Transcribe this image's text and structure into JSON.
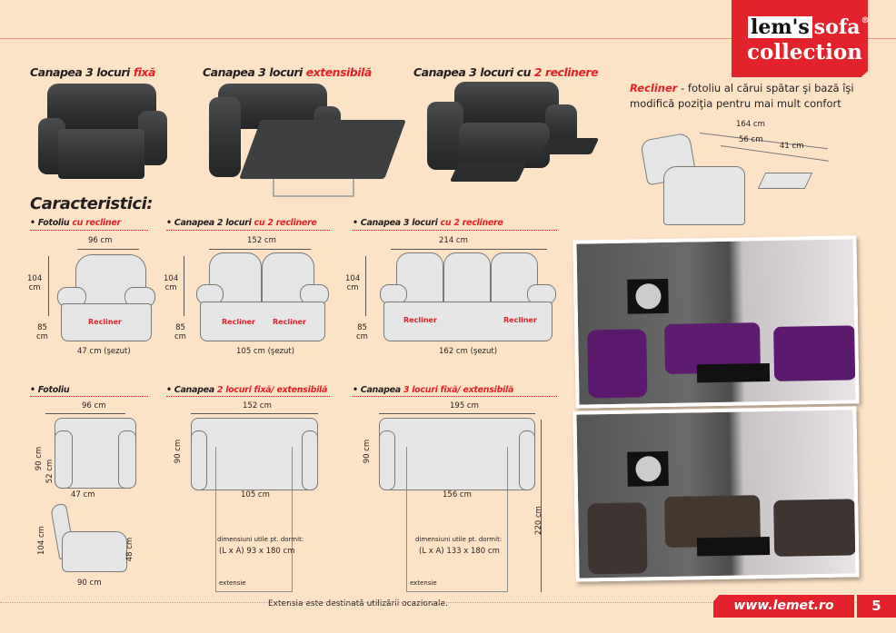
{
  "brand": {
    "logo_part1": "lem's",
    "logo_part2": "sofa",
    "logo_reg": "®",
    "logo_line2": "collection",
    "accent_color": "#e3232b",
    "background_color": "#fde3c6"
  },
  "products": [
    {
      "title_prefix": "Canapea 3 locuri ",
      "title_highlight": "fixă"
    },
    {
      "title_prefix": "Canapea 3 locuri ",
      "title_highlight": "extensibilă"
    },
    {
      "title_prefix": "Canapea 3 locuri cu ",
      "title_highlight": "2 reclinere"
    }
  ],
  "recliner_info": {
    "label": "Recliner",
    "description": " -  fotoliu al cărui spătar şi bază îşi modifică poziţia pentru mai mult confort",
    "dim_total": "164 cm",
    "dim_seat": "56 cm",
    "dim_foot": "41 cm"
  },
  "characteristics": {
    "heading": "Caracteristici:",
    "recliner_items": [
      {
        "prefix": "• Fotoliu ",
        "highlight": "cu recliner",
        "width": "96 cm",
        "height": "104\ncm",
        "depth": "85\ncm",
        "seat": "47 cm (şezut)",
        "labels": [
          "Recliner"
        ]
      },
      {
        "prefix": "• Canapea 2 locuri ",
        "highlight": "cu 2 reclinere",
        "width": "152 cm",
        "height": "104\ncm",
        "depth": "85\ncm",
        "seat": "105 cm (şezut)",
        "labels": [
          "Recliner",
          "Recliner"
        ]
      },
      {
        "prefix": "• Canapea 3 locuri ",
        "highlight": "cu 2 reclinere",
        "width": "214 cm",
        "height": "104\ncm",
        "depth": "85\ncm",
        "seat": "162 cm (şezut)",
        "labels": [
          "Recliner",
          "Recliner"
        ]
      }
    ],
    "fixed_items": [
      {
        "prefix": "• Fotoliu",
        "highlight": "",
        "width": "96 cm",
        "height": "90 cm",
        "seat_depth": "52 cm",
        "seat": "47 cm",
        "side_height": "104 cm",
        "side_seat": "48 cm",
        "side_depth": "90 cm"
      },
      {
        "prefix": "• Canapea ",
        "highlight": "2 locuri fixă/ extensibilă",
        "width": "152 cm",
        "height": "90 cm",
        "seat": "105 cm",
        "sleep_label": "dimensiuni utile pt. dormit:",
        "sleep_dims": "(L x A) 93 x 180 cm",
        "ext_label": "extensie"
      },
      {
        "prefix": "• Canapea ",
        "highlight": "3 locuri fixă/ extensibilă",
        "width": "195 cm",
        "height": "90 cm",
        "seat": "156 cm",
        "ext_length": "220 cm",
        "sleep_label": "dimensiuni utile pt. dormit:",
        "sleep_dims": "(L x A) 133 x 180 cm",
        "ext_label": "extensie"
      }
    ],
    "note": "Extensia este destinată utilizării ocazionale."
  },
  "footer": {
    "url": "www.lemet.ro",
    "page": "5"
  }
}
